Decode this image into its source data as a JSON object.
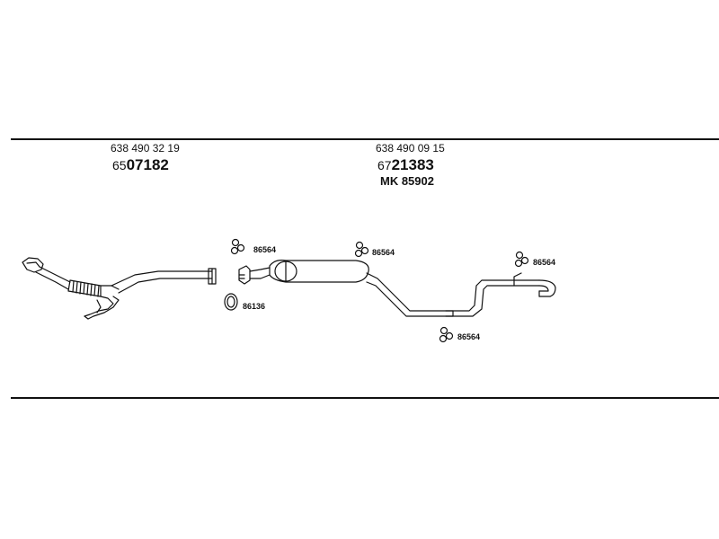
{
  "left_assembly": {
    "oem_number": "638 490 32 19",
    "article_prefix": "65",
    "article_main": "07182"
  },
  "right_assembly": {
    "oem_number": "638 490 09 15",
    "article_prefix": "67",
    "article_main": "21383",
    "kit_number": "MK  85902"
  },
  "callouts": {
    "clamp_mid_pipe": "86564",
    "clamp_muffler_front": "86564",
    "clamp_tail": "86564",
    "clamp_muffler_bottom": "86564",
    "gasket_ring": "86136"
  },
  "colors": {
    "line": "#111111",
    "background": "#ffffff"
  }
}
